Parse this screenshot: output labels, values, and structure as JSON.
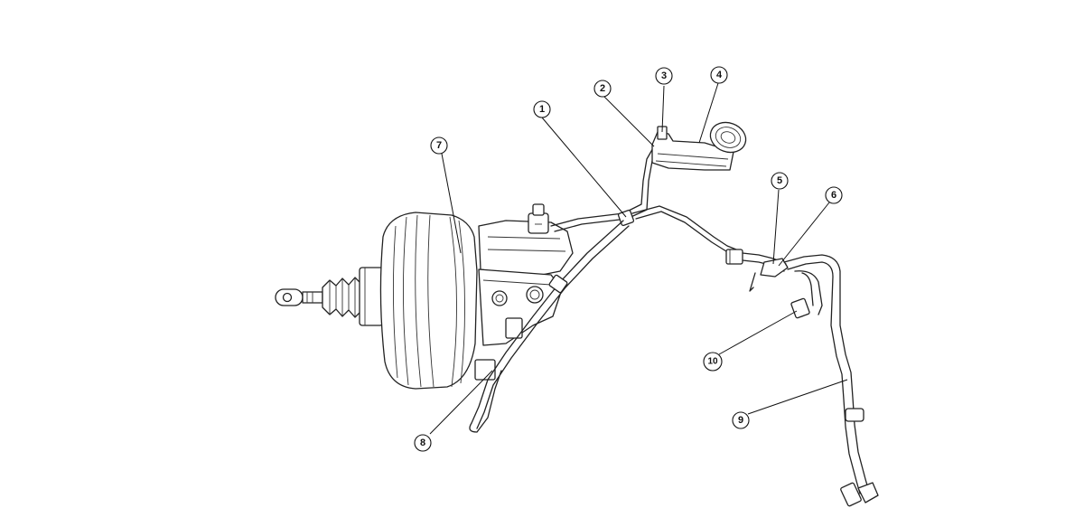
{
  "callouts": [
    {
      "id": "1",
      "label": "1"
    },
    {
      "id": "2",
      "label": "2"
    },
    {
      "id": "3",
      "label": "3"
    },
    {
      "id": "4",
      "label": "4"
    },
    {
      "id": "5",
      "label": "5"
    },
    {
      "id": "6",
      "label": "6"
    },
    {
      "id": "7",
      "label": "7"
    },
    {
      "id": "8",
      "label": "8"
    },
    {
      "id": "9",
      "label": "9"
    },
    {
      "id": "10",
      "label": "10"
    }
  ],
  "style": {
    "line_color": "#222222",
    "background": "#ffffff"
  }
}
